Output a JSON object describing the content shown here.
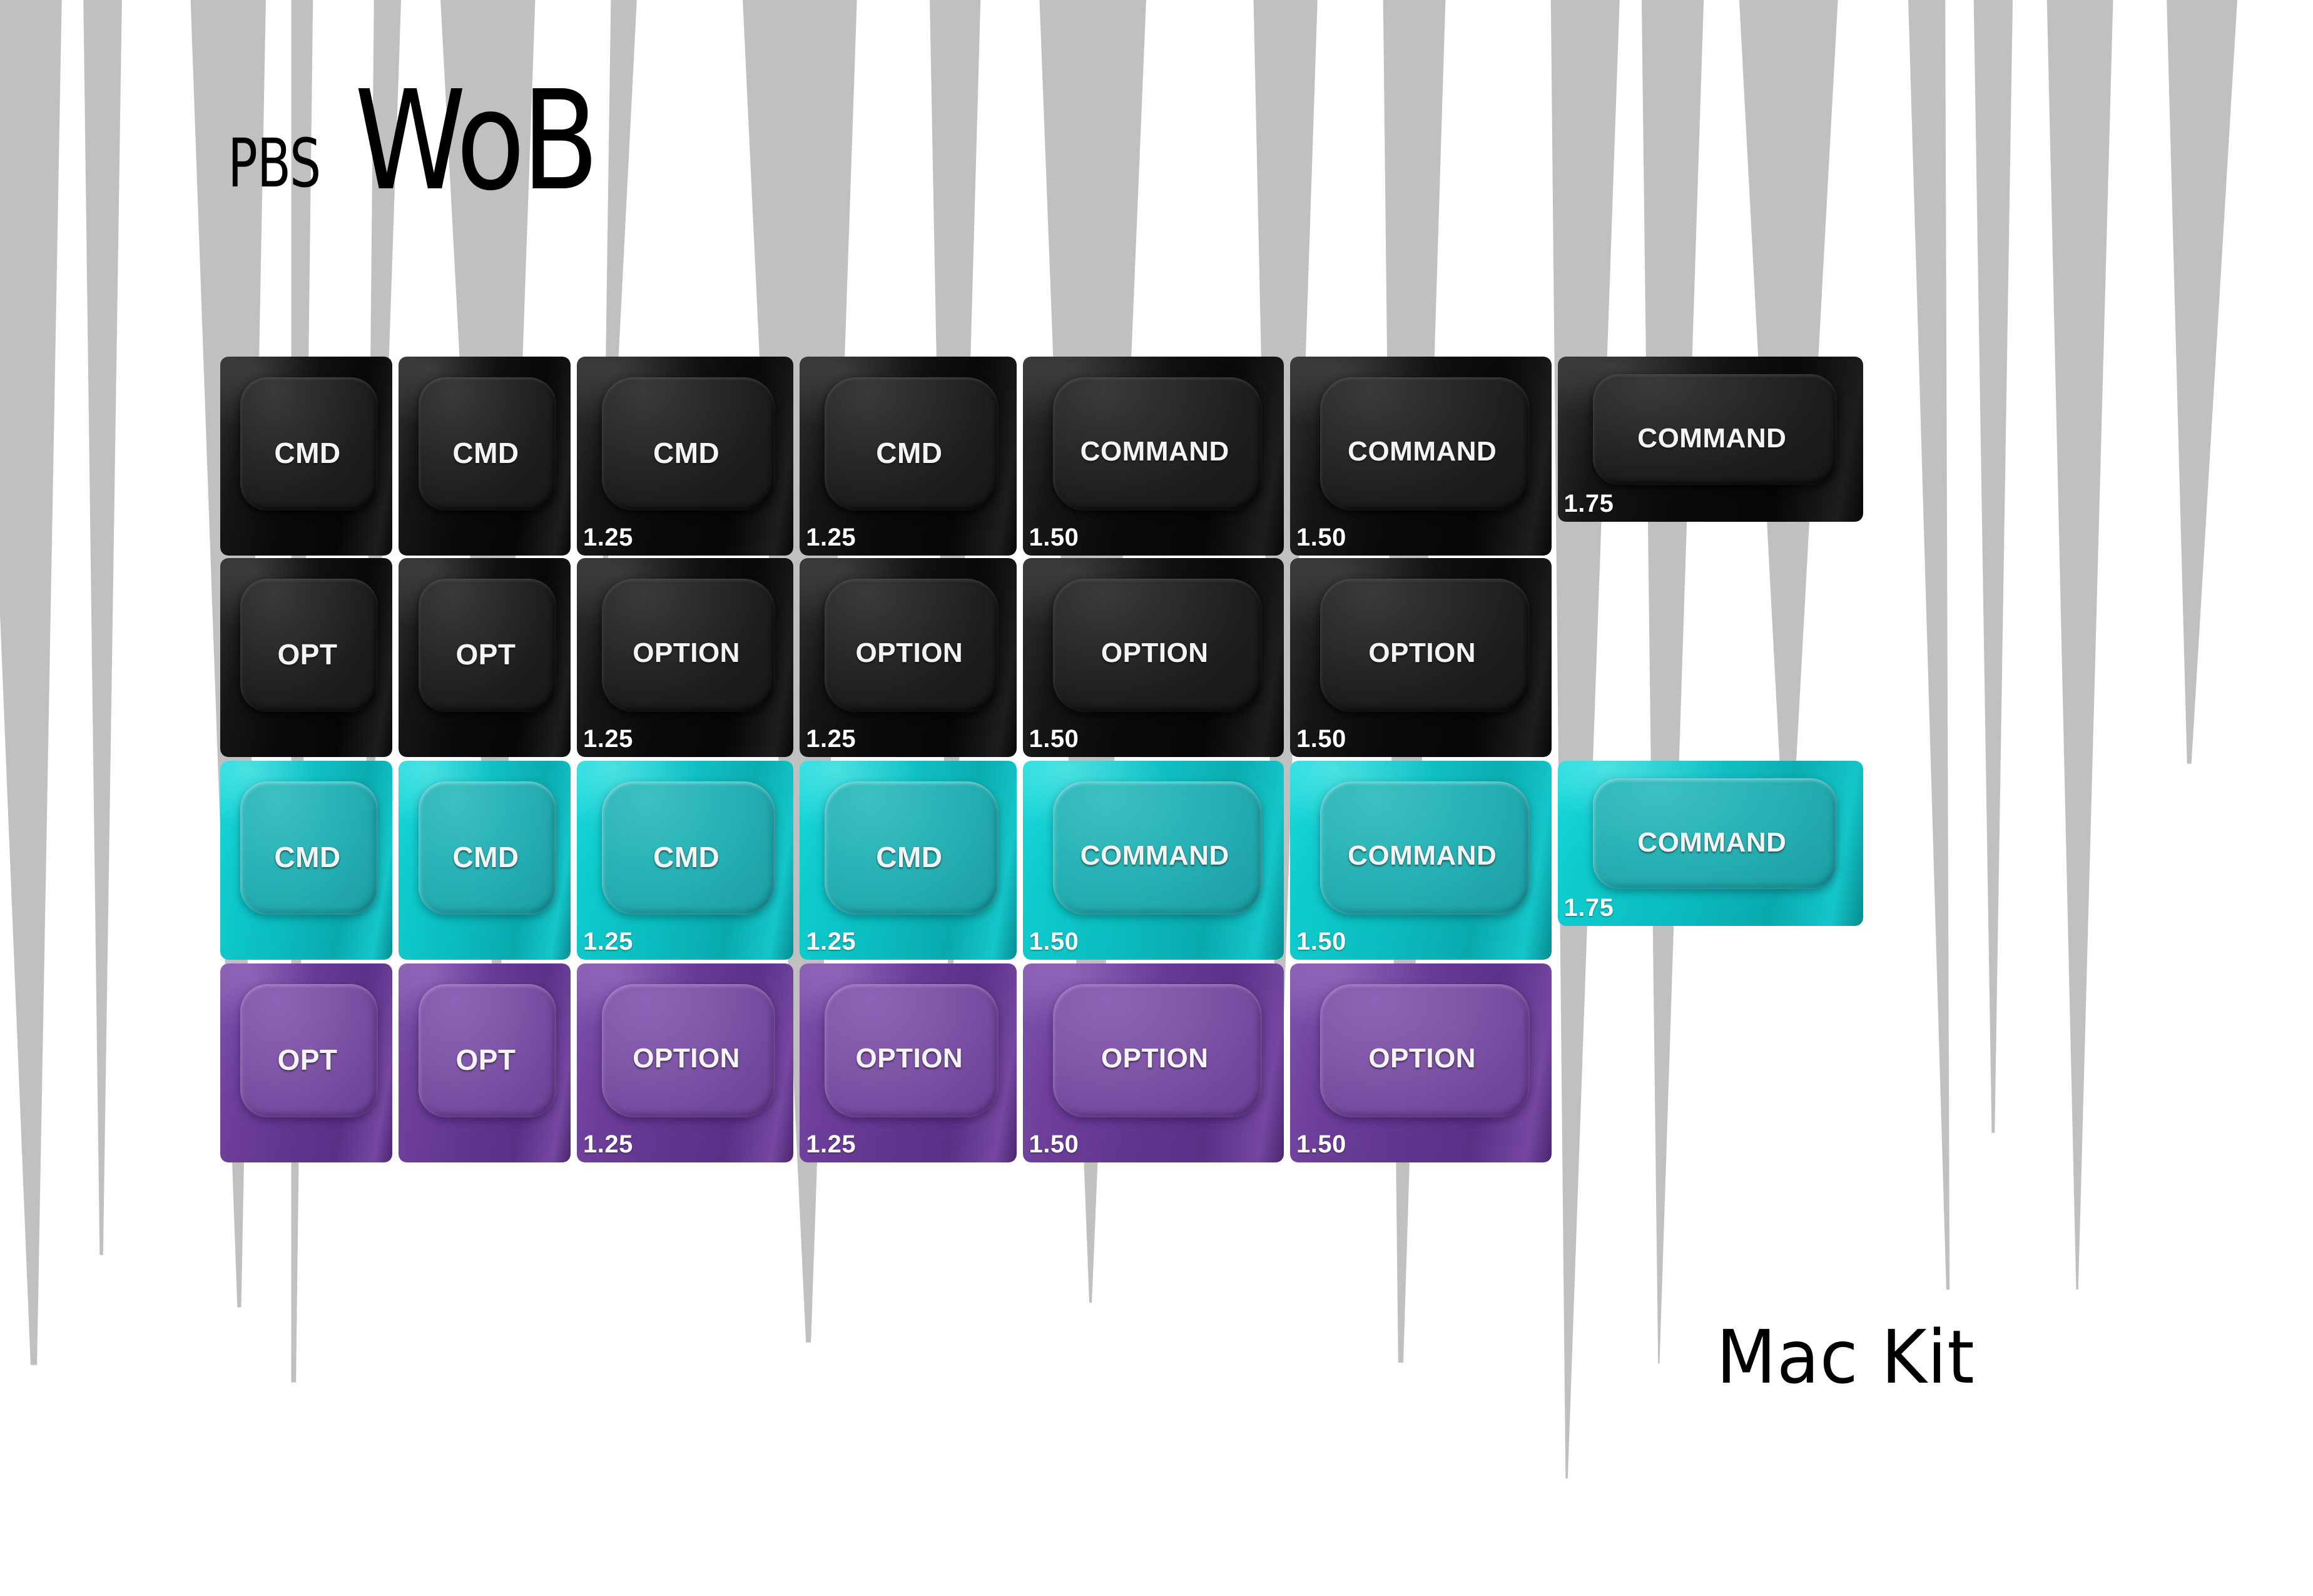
{
  "title": {
    "brand": "PBS",
    "set_name": "WoB",
    "kit_name": "Mac Kit"
  },
  "colors": {
    "background_gray": "#c0c0c0",
    "background_white": "#ffffff",
    "black_cap": "#0a0a0a",
    "black_cap_top": "#2a2a2a",
    "teal_cap": "#0ec9cb",
    "teal_cap_top": "#2bb4b7",
    "purple_cap": "#633690",
    "purple_cap_top": "#7f55a8",
    "legend": "#f4f4f4",
    "size_label": "#ffffff"
  },
  "rows": [
    {
      "name": "black-command-row",
      "color": "black",
      "keys": [
        {
          "legend": "CMD",
          "size": "",
          "units": 1.0
        },
        {
          "legend": "CMD",
          "size": "",
          "units": 1.0
        },
        {
          "legend": "CMD",
          "size": "1.25",
          "units": 1.25
        },
        {
          "legend": "CMD",
          "size": "1.25",
          "units": 1.25
        },
        {
          "legend": "COMMAND",
          "size": "1.50",
          "units": 1.5
        },
        {
          "legend": "COMMAND",
          "size": "1.50",
          "units": 1.5
        },
        {
          "legend": "COMMAND",
          "size": "1.75",
          "units": 1.75
        }
      ]
    },
    {
      "name": "black-option-row",
      "color": "black",
      "keys": [
        {
          "legend": "OPT",
          "size": "",
          "units": 1.0
        },
        {
          "legend": "OPT",
          "size": "",
          "units": 1.0
        },
        {
          "legend": "OPTION",
          "size": "1.25",
          "units": 1.25
        },
        {
          "legend": "OPTION",
          "size": "1.25",
          "units": 1.25
        },
        {
          "legend": "OPTION",
          "size": "1.50",
          "units": 1.5
        },
        {
          "legend": "OPTION",
          "size": "1.50",
          "units": 1.5
        }
      ]
    },
    {
      "name": "teal-command-row",
      "color": "teal",
      "keys": [
        {
          "legend": "CMD",
          "size": "",
          "units": 1.0
        },
        {
          "legend": "CMD",
          "size": "",
          "units": 1.0
        },
        {
          "legend": "CMD",
          "size": "1.25",
          "units": 1.25
        },
        {
          "legend": "CMD",
          "size": "1.25",
          "units": 1.25
        },
        {
          "legend": "COMMAND",
          "size": "1.50",
          "units": 1.5
        },
        {
          "legend": "COMMAND",
          "size": "1.50",
          "units": 1.5
        },
        {
          "legend": "COMMAND",
          "size": "1.75",
          "units": 1.75
        }
      ]
    },
    {
      "name": "purple-option-row",
      "color": "purple",
      "keys": [
        {
          "legend": "OPT",
          "size": "",
          "units": 1.0
        },
        {
          "legend": "OPT",
          "size": "",
          "units": 1.0
        },
        {
          "legend": "OPTION",
          "size": "1.25",
          "units": 1.25
        },
        {
          "legend": "OPTION",
          "size": "1.25",
          "units": 1.25
        },
        {
          "legend": "OPTION",
          "size": "1.50",
          "units": 1.5
        },
        {
          "legend": "OPTION",
          "size": "1.50",
          "units": 1.5
        }
      ]
    }
  ]
}
